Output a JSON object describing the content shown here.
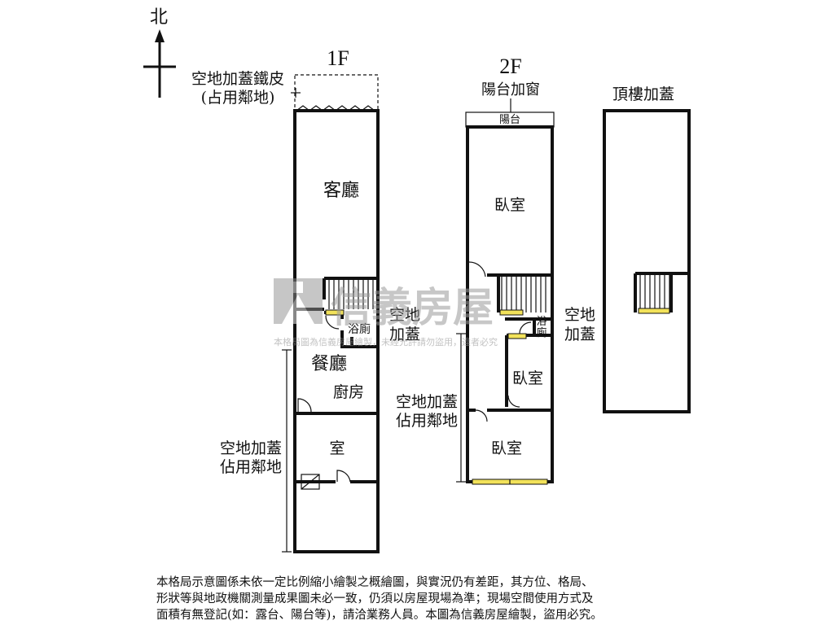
{
  "compass": {
    "north_label": "北"
  },
  "floors": {
    "first": {
      "floor_label": "1F",
      "rooms": {
        "living": "客廳",
        "bath": "浴廁",
        "dining": "餐廳",
        "kitchen": "廚房",
        "room": "室"
      },
      "annotations": {
        "iron_roof_line1": "空地加蓋鐵皮",
        "iron_roof_line2": "(占用鄰地)",
        "addition_line1": "空地",
        "addition_line2": "加蓋",
        "occupied_line1": "空地加蓋",
        "occupied_line2": "佔用鄰地"
      }
    },
    "second": {
      "floor_label": "2F",
      "balcony_window": "陽台加窗",
      "balcony": "陽台",
      "rooms": {
        "bedroom_top": "臥室",
        "bath_line1": "浴",
        "bath_line2": "廁",
        "bedroom_mid": "臥室",
        "bedroom_bottom": "臥室"
      },
      "annotations": {
        "addition_line1": "空地",
        "addition_line2": "加蓋",
        "occupied_line1": "空地加蓋",
        "occupied_line2": "佔用鄰地"
      }
    },
    "rooftop": {
      "floor_label": "頂樓加蓋"
    }
  },
  "watermark": {
    "brand": "信義房屋",
    "notice": "本格局圖為信義房屋繪製，未經允許請勿盜用，違者必究"
  },
  "disclaimer": {
    "line1": "本格局示意圖係未依一定比例縮小繪製之概繪圖，與實況仍有差距，其方位、格局、",
    "line2": "形狀等與地政機關測量成果圖未必一致，仍須以房屋現場為準；現場空間使用方式及",
    "line3": "面積有無登記(如：露台、陽台等)，請洽業務人員。本圖為信義房屋繪製，盜用必究。"
  }
}
